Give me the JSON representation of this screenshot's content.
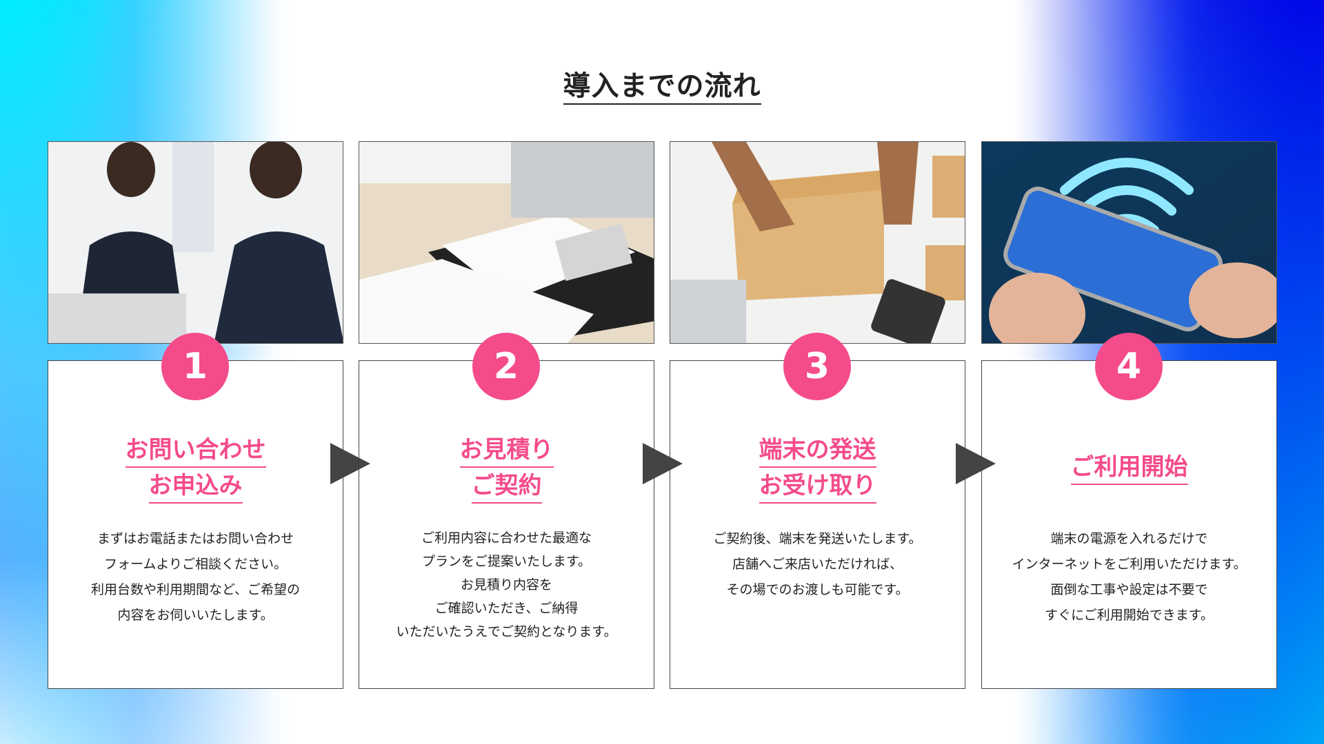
{
  "title": "導入までの流れ",
  "steps": [
    {
      "number": "1",
      "heading": [
        "お問い合わせ",
        "お申込み"
      ],
      "description": [
        "まずはお電話またはお問い合わせ",
        "フォームよりご相談ください。",
        "利用台数や利用期間など、ご希望の",
        "内容をお伺いいたします。"
      ]
    },
    {
      "number": "2",
      "heading": [
        "お見積り",
        "ご契約"
      ],
      "description": [
        "ご利用内容に合わせた最適な",
        "プランをご提案いたします。",
        "お見積り内容を",
        "ご確認いただき、ご納得",
        "いただいたうえでご契約となります。"
      ]
    },
    {
      "number": "3",
      "heading": [
        "端末の発送",
        "お受け取り"
      ],
      "description": [
        "ご契約後、端末を発送いたします。",
        "店舗へご来店いただければ、",
        "その場でのお渡しも可能です。"
      ]
    },
    {
      "number": "4",
      "heading": [
        "ご利用開始"
      ],
      "description": [
        "端末の電源を入れるだけで",
        "インターネットをご利用いただけます。",
        "面倒な工事や設定は不要で",
        "すぐにご利用開始できます。"
      ]
    }
  ],
  "colors": {
    "accent": "#f44b8b",
    "arrow": "#444444"
  }
}
